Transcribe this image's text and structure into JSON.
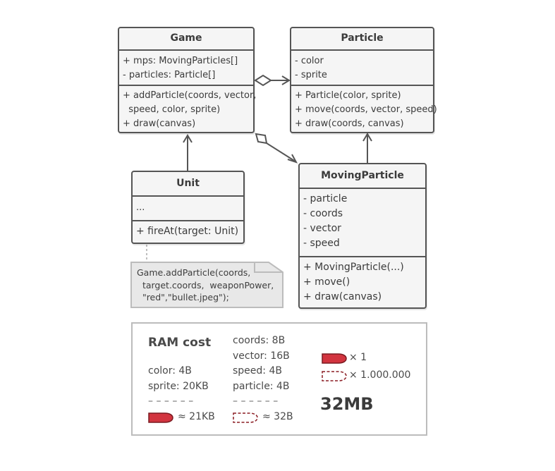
{
  "classes": {
    "game": {
      "name": "Game",
      "fields": [
        "+ mps: MovingParticles[]",
        "- particles: Particle[]"
      ],
      "methods": [
        "+ addParticle(coords, vector,",
        "  speed, color, sprite)",
        "+ draw(canvas)"
      ]
    },
    "particle": {
      "name": "Particle",
      "fields": [
        "- color",
        "- sprite"
      ],
      "methods": [
        "+ Particle(color, sprite)",
        "+ move(coords, vector, speed)",
        "+ draw(coords, canvas)"
      ]
    },
    "unit": {
      "name": "Unit",
      "fields": [
        "..."
      ],
      "methods": [
        "+ fireAt(target: Unit)"
      ]
    },
    "moving_particle": {
      "name": "MovingParticle",
      "fields": [
        "- particle",
        "- coords",
        "- vector",
        "- speed"
      ],
      "methods": [
        "+ MovingParticle(...)",
        "+ move()",
        "+ draw(canvas)"
      ]
    }
  },
  "note": {
    "lines": [
      "Game.addParticle(coords,",
      "  target.coords,  weaponPower,",
      "  \"red\",\"bullet.jpeg\");"
    ]
  },
  "ram": {
    "title": "RAM cost",
    "col1": [
      "color: 4B",
      "sprite: 20KB"
    ],
    "col1_divider": "– – – – – –",
    "col1_total": "≈ 21KB",
    "col2": [
      "coords: 8B",
      "vector: 16B",
      "speed: 4B",
      "particle: 4B"
    ],
    "col2_divider": "– – – – – –",
    "col2_total": "≈ 32B",
    "legend_solid": "× 1",
    "legend_dashed": "× 1.000.000",
    "total": "32MB"
  },
  "colors": {
    "bullet_fill": "#d2343f",
    "bullet_dashed": "#8b1d24",
    "box_fill": "#f5f5f5",
    "border": "#555555"
  }
}
